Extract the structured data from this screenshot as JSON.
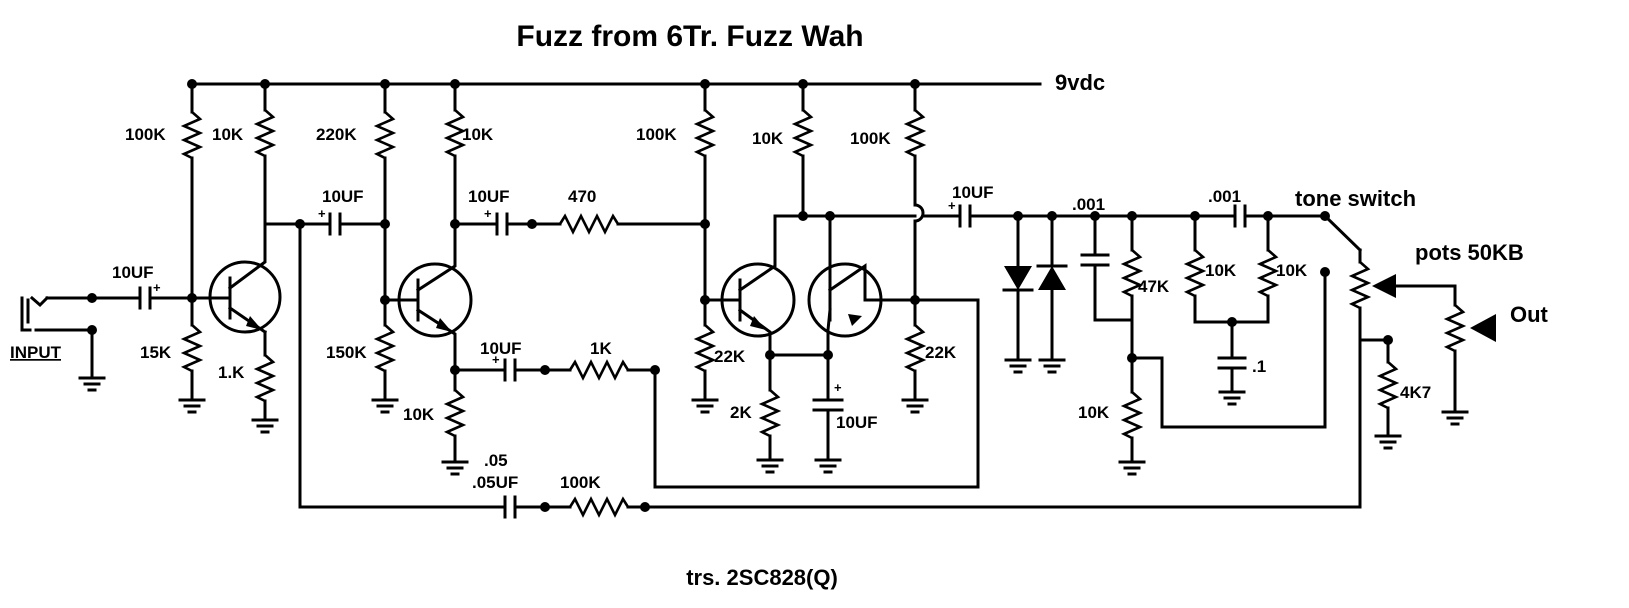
{
  "title": "Fuzz from 6Tr. Fuzz Wah",
  "footer": "trs. 2SC828(Q)",
  "supply": "9vdc",
  "notes": {
    "tone_switch": "tone switch",
    "pots": "pots 50KB",
    "output": "Out",
    "input": "INPUT"
  },
  "labels": {
    "r1": "100K",
    "r2": "10K",
    "r3": "15K",
    "r4": "1.K",
    "r5": "220K",
    "r6": "10K",
    "r7": "150K",
    "r8": "10K",
    "r9": "470",
    "r10": "1K",
    "r11": "100K",
    "r12": "22K",
    "r13": "2K",
    "r14": "10K",
    "r15": "100K",
    "r16": "22K",
    "r17": "47K",
    "r18": "10K",
    "r19": "10K",
    "r20": "10K",
    "r21": "4K7",
    "r22": "100K",
    "c1": "10UF",
    "c2": "10UF",
    "c3": "10UF",
    "c4": "10UF",
    "c5": "10UF",
    "c6": "10UF",
    "c7": ".001",
    "c8": ".001",
    "c9": ".1",
    "c10a": ".05",
    "c10b": ".05UF"
  }
}
